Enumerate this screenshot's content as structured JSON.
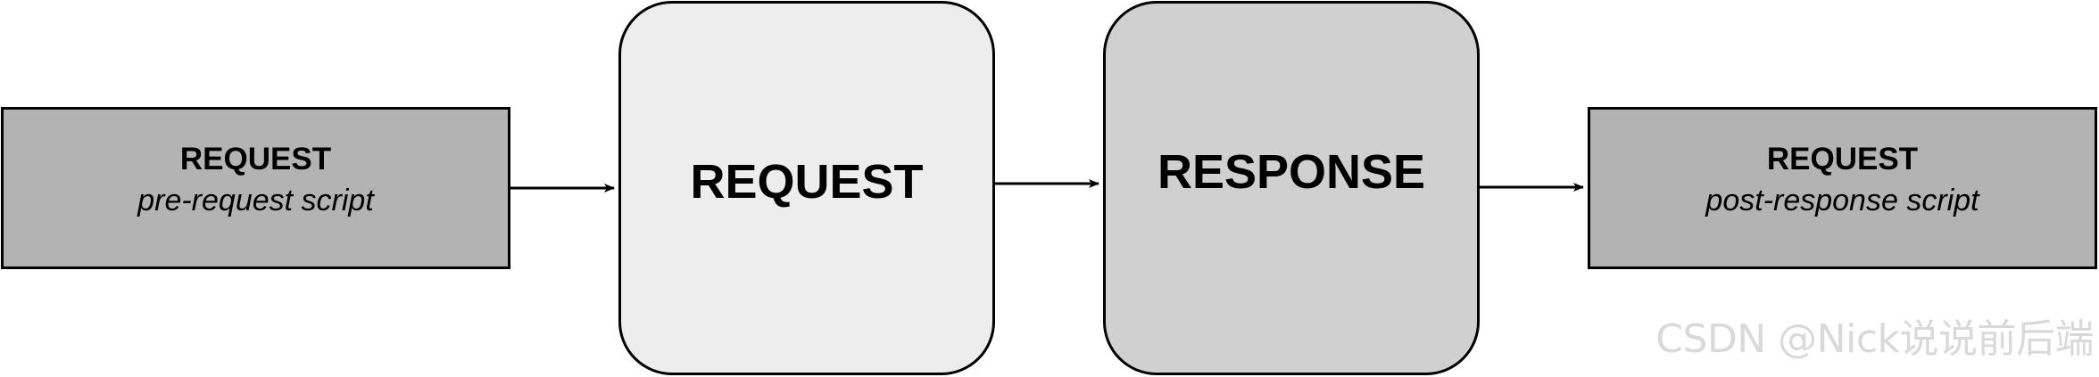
{
  "colors": {
    "stroke": "#000000",
    "pre_request_fill": "#b3b3b3",
    "request_fill": "#ededed",
    "response_fill": "#d0d0d0",
    "post_response_fill": "#b3b3b3"
  },
  "nodes": {
    "pre_request": {
      "title": "REQUEST",
      "subtitle": "pre-request script"
    },
    "request": {
      "title": "REQUEST"
    },
    "response": {
      "title": "RESPONSE"
    },
    "post_response": {
      "title": "REQUEST",
      "subtitle": "post-response script"
    }
  },
  "edges": [
    {
      "from": "pre_request",
      "to": "request"
    },
    {
      "from": "request",
      "to": "response"
    },
    {
      "from": "response",
      "to": "post_response"
    }
  ],
  "watermark": "CSDN @Nick说说前后端"
}
